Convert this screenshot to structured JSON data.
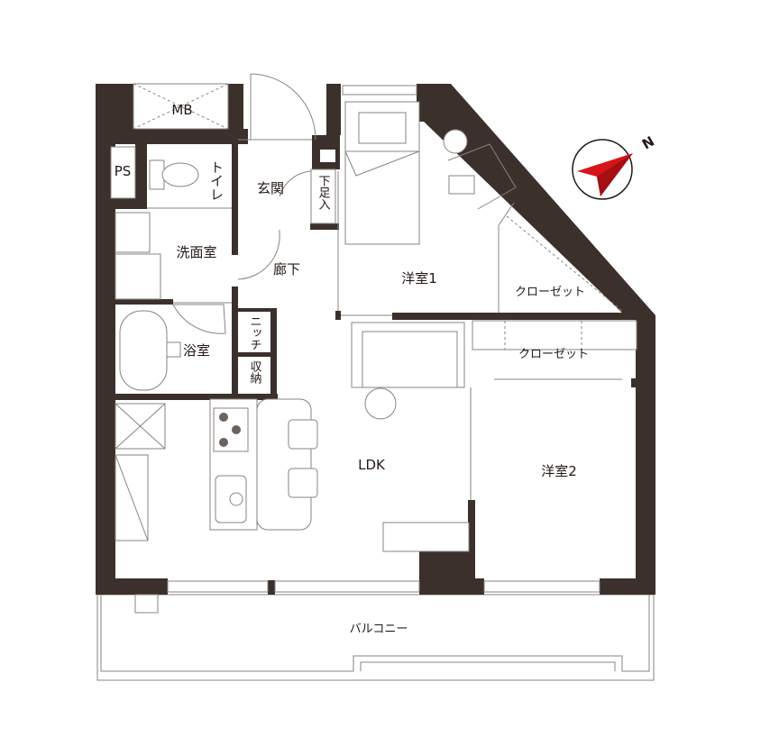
{
  "plan": {
    "rooms": {
      "mb": "MB",
      "ps": "PS",
      "toilet": "トイレ",
      "entrance": "玄関",
      "shoe_storage": "下足入",
      "washroom": "洗面室",
      "hallway": "廊下",
      "western_room_1": "洋室1",
      "closet_1": "クローゼット",
      "closet_2": "クローゼット",
      "niche": "ニッチ",
      "storage": "収納",
      "bathroom": "浴室",
      "ldk": "LDK",
      "western_room_2": "洋室2",
      "balcony": "バルコニー"
    },
    "compass": {
      "label": "N",
      "arrow_color": "#d7141a"
    },
    "colors": {
      "wall": "#3b302c"
    }
  }
}
